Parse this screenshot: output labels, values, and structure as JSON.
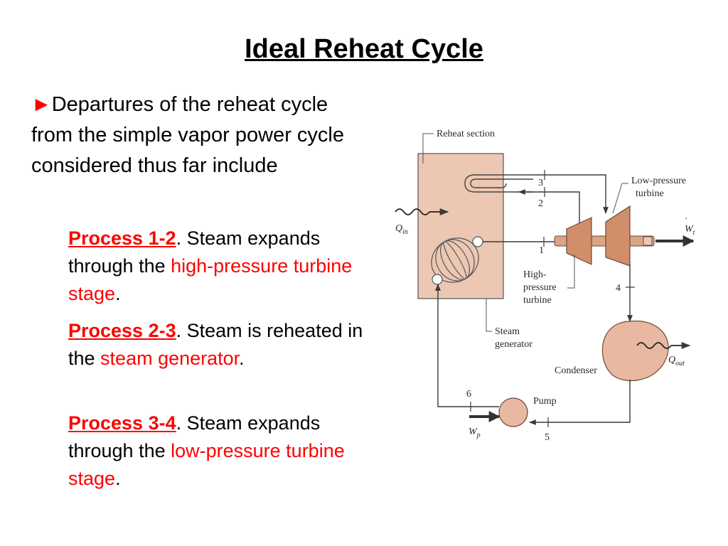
{
  "title": "Ideal Reheat Cycle",
  "intro": {
    "bullet": "►",
    "text": "Departures of the reheat cycle from the simple vapor power cycle considered thus far include"
  },
  "processes": [
    {
      "heading": "Process 1-2",
      "after_heading": ".  Steam expands through the ",
      "highlight": "high-pressure turbine stage",
      "end": "."
    },
    {
      "heading": "Process 2-3",
      "after_heading": ".  Steam is reheated in the ",
      "highlight": "steam generator",
      "end": "."
    },
    {
      "heading": "Process 3-4",
      "after_heading": ".  Steam expands through the ",
      "highlight": "low-pressure turbine stage",
      "end": "."
    }
  ],
  "diagram": {
    "labels": {
      "reheat_section": "Reheat section",
      "low_pressure_turbine_1": "Low-pressure",
      "low_pressure_turbine_2": "turbine",
      "high_pressure_turbine_1": "High-",
      "high_pressure_turbine_2": "pressure",
      "high_pressure_turbine_3": "turbine",
      "steam_generator_1": "Steam",
      "steam_generator_2": "generator",
      "condenser": "Condenser",
      "pump": "Pump",
      "q_in": "Q",
      "q_in_sub": "in",
      "w_t": "W",
      "w_t_sub": "t",
      "q_out": "Q",
      "q_out_sub": "out",
      "w_p": "W",
      "w_p_sub": "p"
    },
    "states": [
      "1",
      "2",
      "3",
      "4",
      "5",
      "6"
    ],
    "colors": {
      "component_fill": "#e8c0aa",
      "turbine_fill": "#cc8a66",
      "line": "#3a3a3a"
    }
  }
}
